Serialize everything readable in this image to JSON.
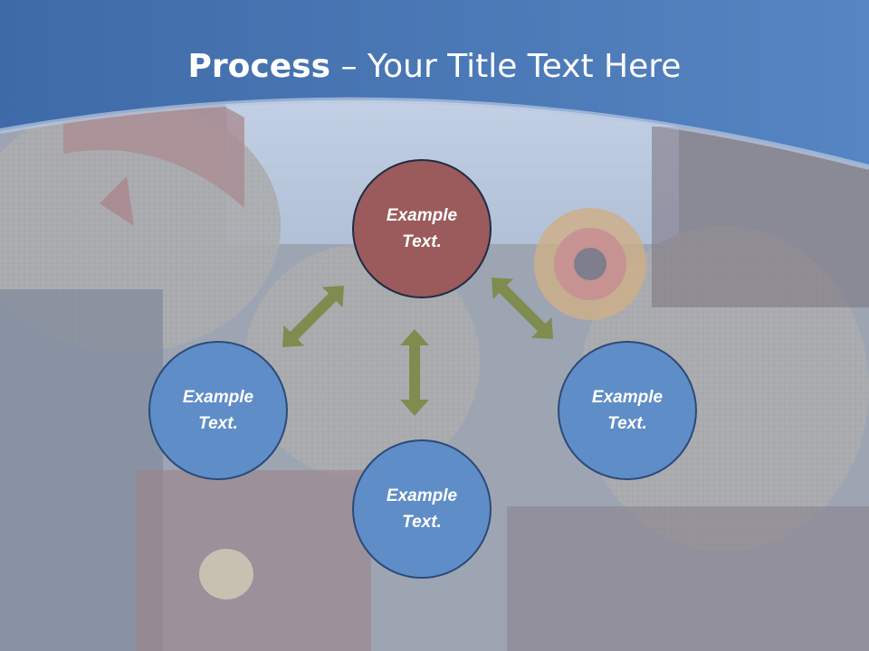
{
  "slide": {
    "title_bold": "Process",
    "title_rest": " – Your Title Text Here"
  },
  "nodes": {
    "top": "Example Text.",
    "left": "Example Text.",
    "right": "Example Text.",
    "bottom": "Example Text."
  },
  "colors": {
    "header": "#4a76b4",
    "node_primary": "#9b5a5b",
    "node_secondary": "#5f8dc7",
    "arrow": "#7f8c4f"
  }
}
